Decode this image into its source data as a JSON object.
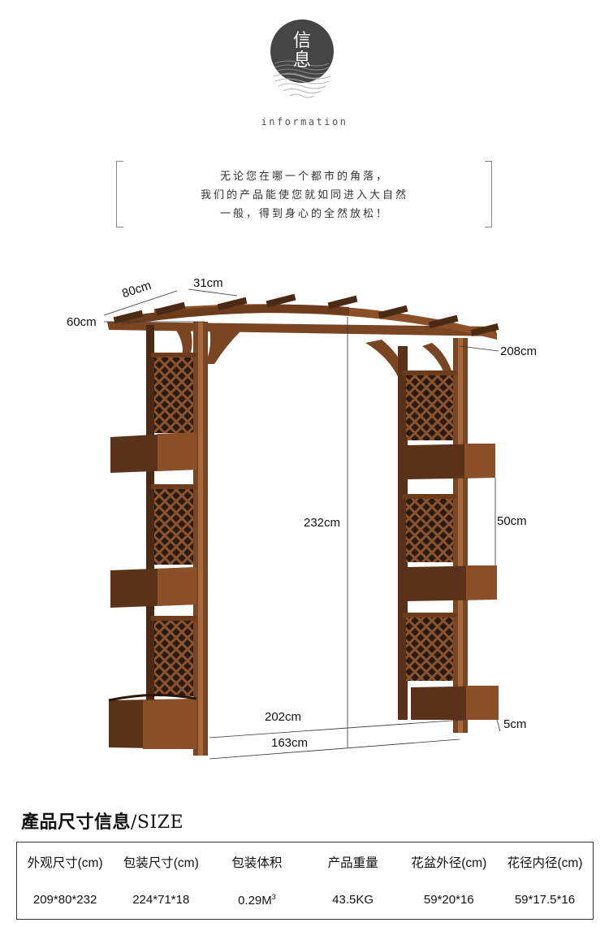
{
  "header": {
    "badge_char_1": "信",
    "badge_char_2": "息",
    "subtitle": "information"
  },
  "quote": {
    "lines": [
      "无论您在哪一个都市的角落，",
      "我们的产品能使您就如同进入大自然",
      "一般，得到身心的全然放松！"
    ]
  },
  "diagram": {
    "labels": {
      "depth": "80cm",
      "top_width": "31cm",
      "side_height": "60cm",
      "right_height": "208cm",
      "inner_height": "232cm",
      "box_gap": "50cm",
      "base_height": "5cm",
      "outer_width": "202cm",
      "inner_width": "163cm"
    }
  },
  "size_section": {
    "title_cn": "產品尺寸信息",
    "title_en": "/SIZE"
  },
  "table": {
    "headers": [
      "外观尺寸(cm)",
      "包装尺寸(cm)",
      "包装体积",
      "产品重量",
      "花盆外径(cm)",
      "花径内径(cm)"
    ],
    "values": [
      "209*80*232",
      "224*71*18",
      "0.29M",
      "43.5KG",
      "59*20*16",
      "59*17.5*16"
    ],
    "volume_superscript": "3"
  },
  "colors": {
    "badge": "#454545",
    "wood_dark": "#4a2a14",
    "wood_mid": "#7a4522",
    "wood_light": "#a56a3c"
  }
}
